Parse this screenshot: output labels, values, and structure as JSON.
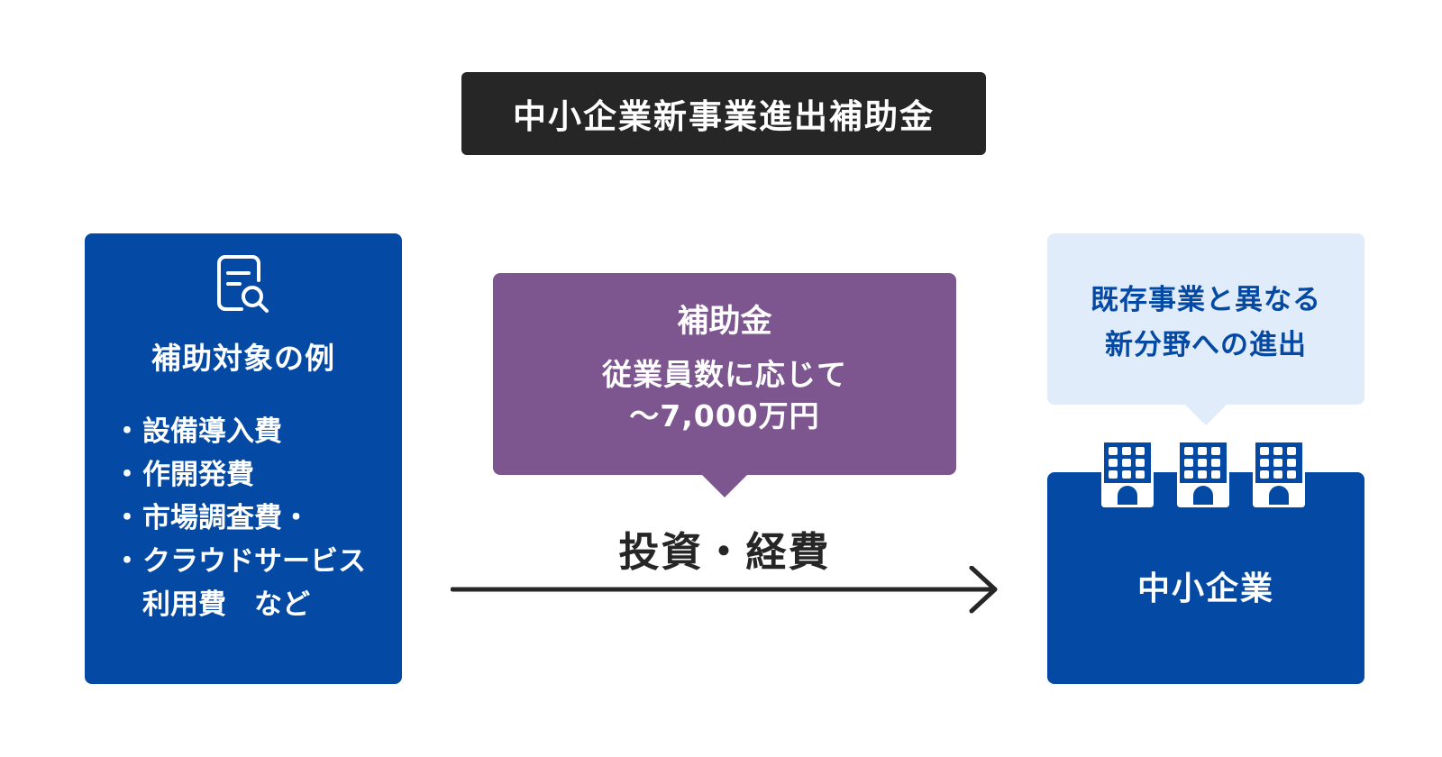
{
  "title": "中小企業新事業進出補助金",
  "subsidy_targets": {
    "icon": "document-search-icon",
    "heading": "補助対象の例",
    "items": [
      {
        "bullet": "・",
        "text": "設備導入費"
      },
      {
        "bullet": "・",
        "text": "作開発費"
      },
      {
        "bullet": "・",
        "text": "市場調査費・"
      },
      {
        "bullet": "・",
        "text": "クラウドサービス利用費　など"
      }
    ]
  },
  "subsidy": {
    "title": "補助金",
    "line1": "従業員数に応じて",
    "line2": "〜7,000万円"
  },
  "flow": {
    "label": "投資・経費",
    "arrow_icon": "right-arrow-icon"
  },
  "company": {
    "bubble_line1": "既存事業と異なる",
    "bubble_line2": "新分野への進出",
    "label": "中小企業",
    "icon": "office-building-icon"
  },
  "colors": {
    "title_bg": "#262626",
    "blue": "#0449a4",
    "purple": "#7d5690",
    "light_blue": "#e1ecfb"
  }
}
